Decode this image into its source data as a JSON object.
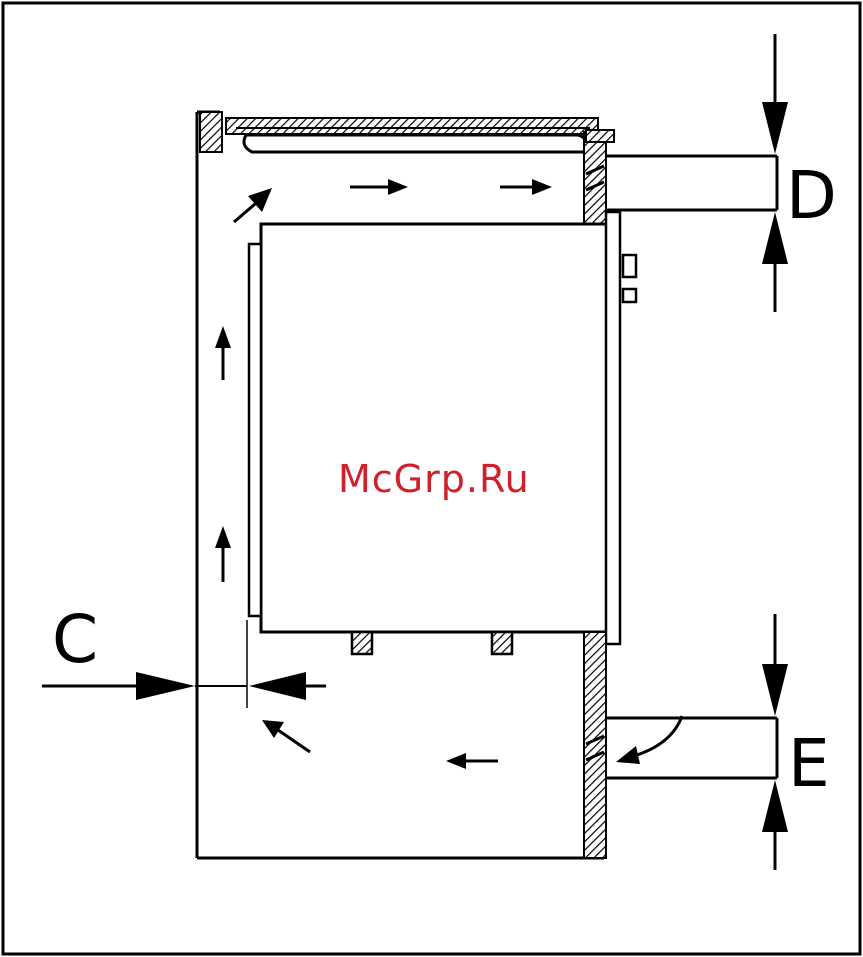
{
  "labels": {
    "c": "C",
    "d": "D",
    "e": "E"
  },
  "watermark": "McGrp.Ru",
  "colors": {
    "line": "#000000",
    "background": "#ffffff",
    "watermark": "#d0202a"
  },
  "icons": {
    "flow_arrow": "arrow-icon",
    "dimension_arrow": "dimension-arrow-icon"
  }
}
